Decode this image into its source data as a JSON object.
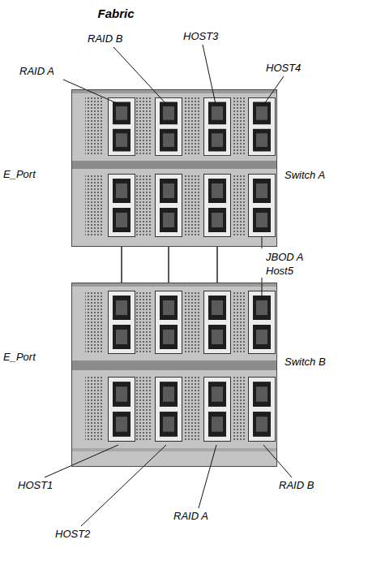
{
  "diagram": {
    "title": "Fabric",
    "nodes": [
      {
        "text": [
          "Switch A"
        ]
      },
      {
        "text": [
          "Switch B"
        ]
      }
    ],
    "edges": [
      {
        "from": 0,
        "to": 1,
        "arrow": "none"
      },
      {
        "from": 0,
        "to": 1,
        "arrow": "none"
      },
      {
        "from": 0,
        "to": 1,
        "arrow": "none"
      }
    ],
    "labels": [
      "RAID A",
      "RAID B",
      "HOST3",
      "HOST4",
      "E_Port",
      "JBOD A",
      "Host5",
      "E_Port",
      "HOST1",
      "HOST2",
      "RAID A",
      "RAID B"
    ]
  }
}
